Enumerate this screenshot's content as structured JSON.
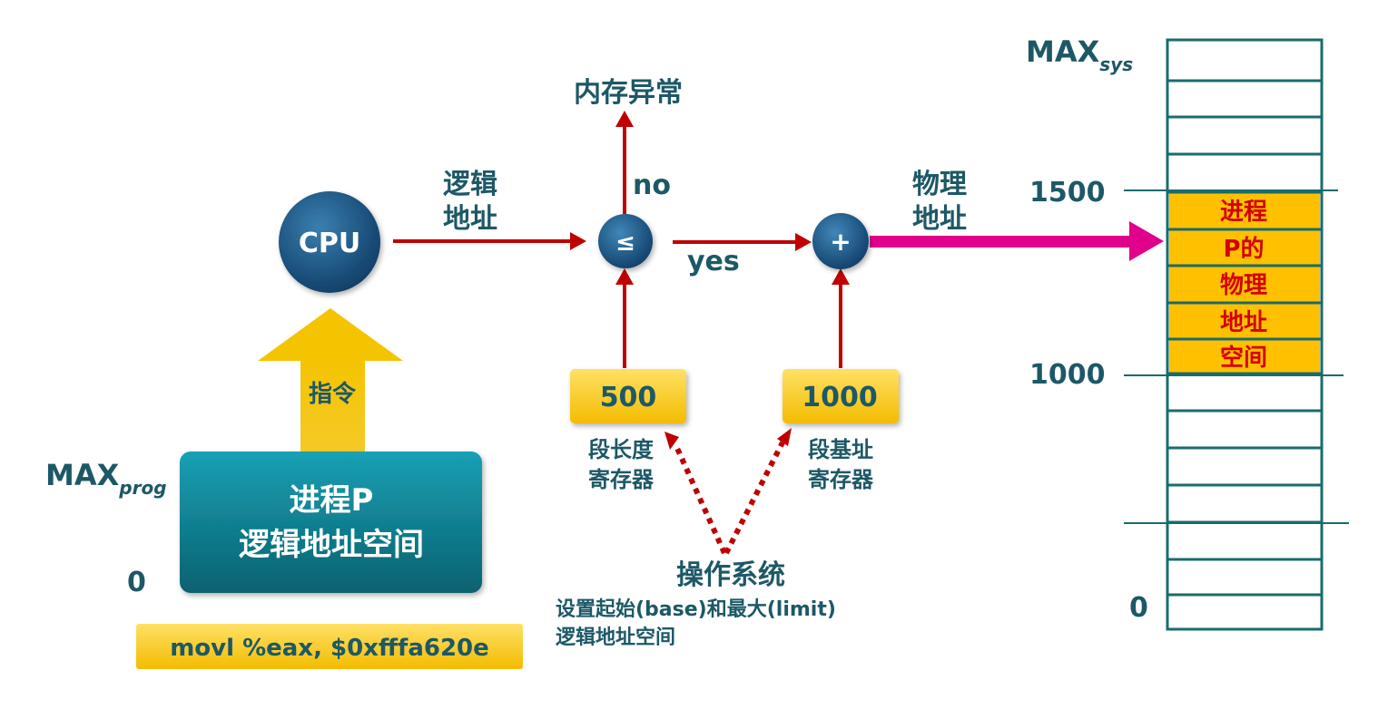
{
  "cpu": {
    "label": "CPU"
  },
  "compare": {
    "symbol": "≤",
    "no_label": "no",
    "yes_label": "yes",
    "exception_label": "内存异常"
  },
  "adder": {
    "symbol": "+"
  },
  "logical_address_label": [
    "逻辑",
    "地址"
  ],
  "physical_address_label": [
    "物理",
    "地址"
  ],
  "instruction_label": "指令",
  "process_box": {
    "line1": "进程P",
    "line2": "逻辑地址空间"
  },
  "prog_axis": {
    "max_label": "MAX",
    "max_sub": "prog",
    "zero_label": "0"
  },
  "instruction_code": "movl %eax, $0xfffa620e",
  "limit_register": {
    "value": "500",
    "caption": [
      "段长度",
      "寄存器"
    ]
  },
  "base_register": {
    "value": "1000",
    "caption": [
      "段基址",
      "寄存器"
    ]
  },
  "os": {
    "title": "操作系统",
    "desc1": "设置起始(base)和最大(limit)",
    "desc2": "逻辑地址空间"
  },
  "memory": {
    "max_label": "MAX",
    "max_sub": "sys",
    "tick_1500": "1500",
    "tick_1000": "1000",
    "tick_0": "0",
    "highlight_cells": [
      "进程",
      "P的",
      "物理",
      "地址",
      "空间"
    ]
  },
  "colors": {
    "teal_text": "#1d5866",
    "red_arrow": "#c00000",
    "magenta_arrow": "#e0008c",
    "gold": "#f6c200",
    "memory_border": "#1a6b6b"
  }
}
